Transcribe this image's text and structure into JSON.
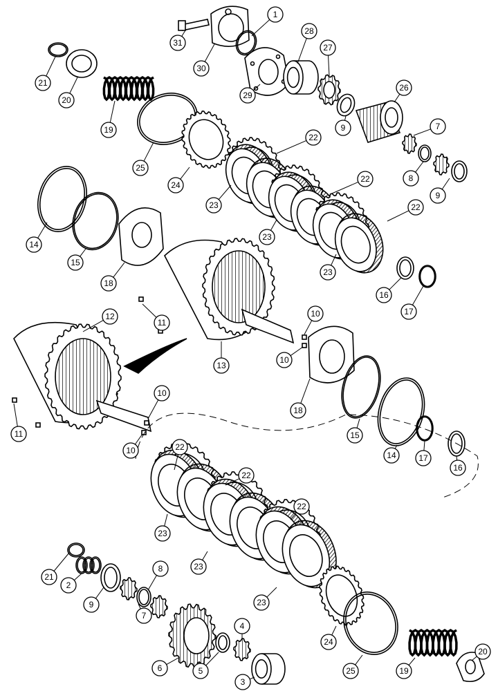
{
  "callouts": [
    {
      "id": "c31a",
      "label": "31"
    },
    {
      "id": "c1a",
      "label": "1"
    },
    {
      "id": "c30a",
      "label": "30"
    },
    {
      "id": "c28a",
      "label": "28"
    },
    {
      "id": "c27a",
      "label": "27"
    },
    {
      "id": "c29a",
      "label": "29"
    },
    {
      "id": "c26a",
      "label": "26"
    },
    {
      "id": "c21a",
      "label": "21"
    },
    {
      "id": "c20a",
      "label": "20"
    },
    {
      "id": "c19a",
      "label": "19"
    },
    {
      "id": "c25a",
      "label": "25"
    },
    {
      "id": "c24a",
      "label": "24"
    },
    {
      "id": "c9a",
      "label": "9"
    },
    {
      "id": "c7a",
      "label": "7"
    },
    {
      "id": "c8a",
      "label": "8"
    },
    {
      "id": "c9b",
      "label": "9"
    },
    {
      "id": "c22a",
      "label": "22"
    },
    {
      "id": "c22b",
      "label": "22"
    },
    {
      "id": "c22c",
      "label": "22"
    },
    {
      "id": "c23a",
      "label": "23"
    },
    {
      "id": "c23b",
      "label": "23"
    },
    {
      "id": "c23c",
      "label": "23"
    },
    {
      "id": "c14a",
      "label": "14"
    },
    {
      "id": "c15a",
      "label": "15"
    },
    {
      "id": "c18a",
      "label": "18"
    },
    {
      "id": "c16a",
      "label": "16"
    },
    {
      "id": "c17a",
      "label": "17"
    },
    {
      "id": "c12a",
      "label": "12"
    },
    {
      "id": "c11a",
      "label": "11"
    },
    {
      "id": "c13a",
      "label": "13"
    },
    {
      "id": "c10a",
      "label": "10"
    },
    {
      "id": "c10b",
      "label": "10"
    },
    {
      "id": "c18b",
      "label": "18"
    },
    {
      "id": "c15b",
      "label": "15"
    },
    {
      "id": "c14b",
      "label": "14"
    },
    {
      "id": "c17b",
      "label": "17"
    },
    {
      "id": "c16b",
      "label": "16"
    },
    {
      "id": "c11b",
      "label": "11"
    },
    {
      "id": "c10c",
      "label": "10"
    },
    {
      "id": "c10d",
      "label": "10"
    },
    {
      "id": "c22d",
      "label": "22"
    },
    {
      "id": "c22e",
      "label": "22"
    },
    {
      "id": "c22f",
      "label": "22"
    },
    {
      "id": "c23d",
      "label": "23"
    },
    {
      "id": "c23e",
      "label": "23"
    },
    {
      "id": "c23f",
      "label": "23"
    },
    {
      "id": "c21b",
      "label": "21"
    },
    {
      "id": "c2a",
      "label": "2"
    },
    {
      "id": "c9c",
      "label": "9"
    },
    {
      "id": "c8b",
      "label": "8"
    },
    {
      "id": "c7b",
      "label": "7"
    },
    {
      "id": "c24b",
      "label": "24"
    },
    {
      "id": "c4a",
      "label": "4"
    },
    {
      "id": "c6a",
      "label": "6"
    },
    {
      "id": "c5a",
      "label": "5"
    },
    {
      "id": "c3a",
      "label": "3"
    },
    {
      "id": "c25b",
      "label": "25"
    },
    {
      "id": "c19b",
      "label": "19"
    },
    {
      "id": "c20b",
      "label": "20"
    }
  ]
}
